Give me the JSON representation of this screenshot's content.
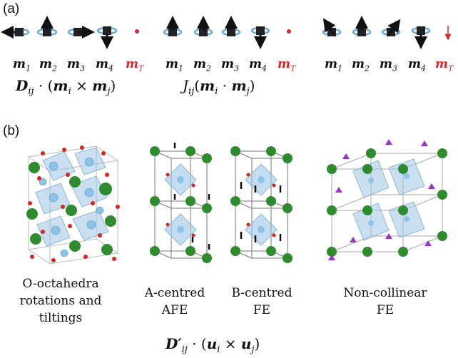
{
  "panel_a": {
    "label": "(a)",
    "groups": [
      {
        "moments": [
          "m",
          "m",
          "m",
          "m",
          "m"
        ],
        "subs": [
          "1",
          "2",
          "3",
          "4",
          "T"
        ]
      },
      {
        "moments": [
          "m",
          "m",
          "m",
          "m",
          "m"
        ],
        "subs": [
          "1",
          "2",
          "3",
          "4",
          "T"
        ]
      },
      {
        "moments": [
          "m",
          "m",
          "m",
          "m",
          "m"
        ],
        "subs": [
          "1",
          "2",
          "3",
          "4",
          "T"
        ]
      }
    ],
    "formula_dm": {
      "D": "D",
      "ij": "ij",
      "dot": " · (",
      "mi": "m",
      "i": "i",
      "cross": " × ",
      "mj": "m",
      "j": "j",
      "close": ")"
    },
    "formula_j": {
      "J": "J",
      "ij": "ij",
      "open": "(",
      "mi": "m",
      "i": "i",
      "dot": " · ",
      "mj": "m",
      "j": "j",
      "close": ")"
    }
  },
  "panel_b": {
    "label": "(b)",
    "captions": {
      "octahedra": [
        "O-octahedra",
        "rotations and",
        "tiltings"
      ],
      "a_centred": [
        "A-centred",
        "AFE"
      ],
      "b_centred": [
        "B-centred",
        "FE"
      ],
      "noncollinear": [
        "Non-collinear",
        "FE"
      ]
    },
    "formula": {
      "D": "D′",
      "ij": "ij",
      "dot": " · (",
      "ui": "u",
      "i": "i",
      "cross": " × ",
      "uj": "u",
      "j": "j",
      "close": ")"
    }
  },
  "colors": {
    "a_site": "#2e8b2e",
    "b_site": "#8cc4e8",
    "oxygen": "#d8261c",
    "octahedron": "#9fc6e6",
    "arrow": "#111111",
    "purple_arrow": "#9a35c8",
    "red_label": "#e0242a"
  }
}
